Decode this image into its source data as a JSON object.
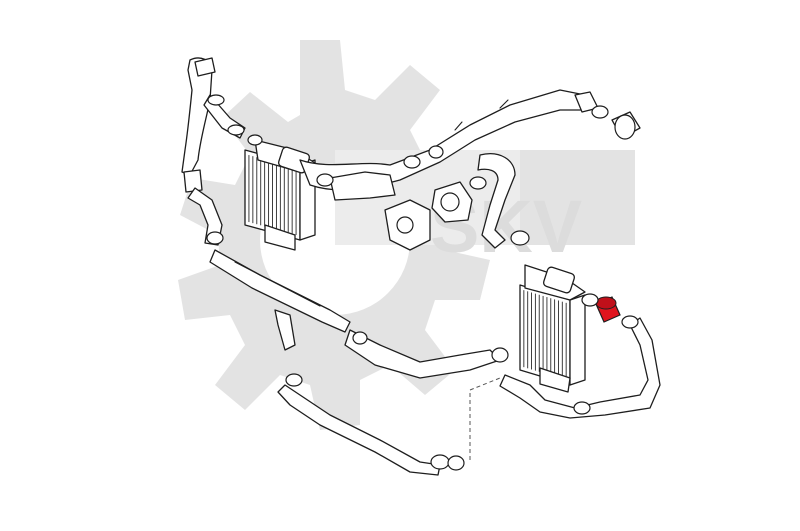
{
  "watermark": {
    "text": "SKV",
    "color": "#e3e3e3"
  },
  "highlight": {
    "part": "intercooler-hose-highlighted",
    "color": "#e0141e"
  },
  "parts": [
    "intercooler-left",
    "intercooler-right",
    "turbo-hose-upper",
    "egr-valve",
    "boost-pipe-lower",
    "hose-clamps",
    "intercooler-hose-highlighted"
  ]
}
